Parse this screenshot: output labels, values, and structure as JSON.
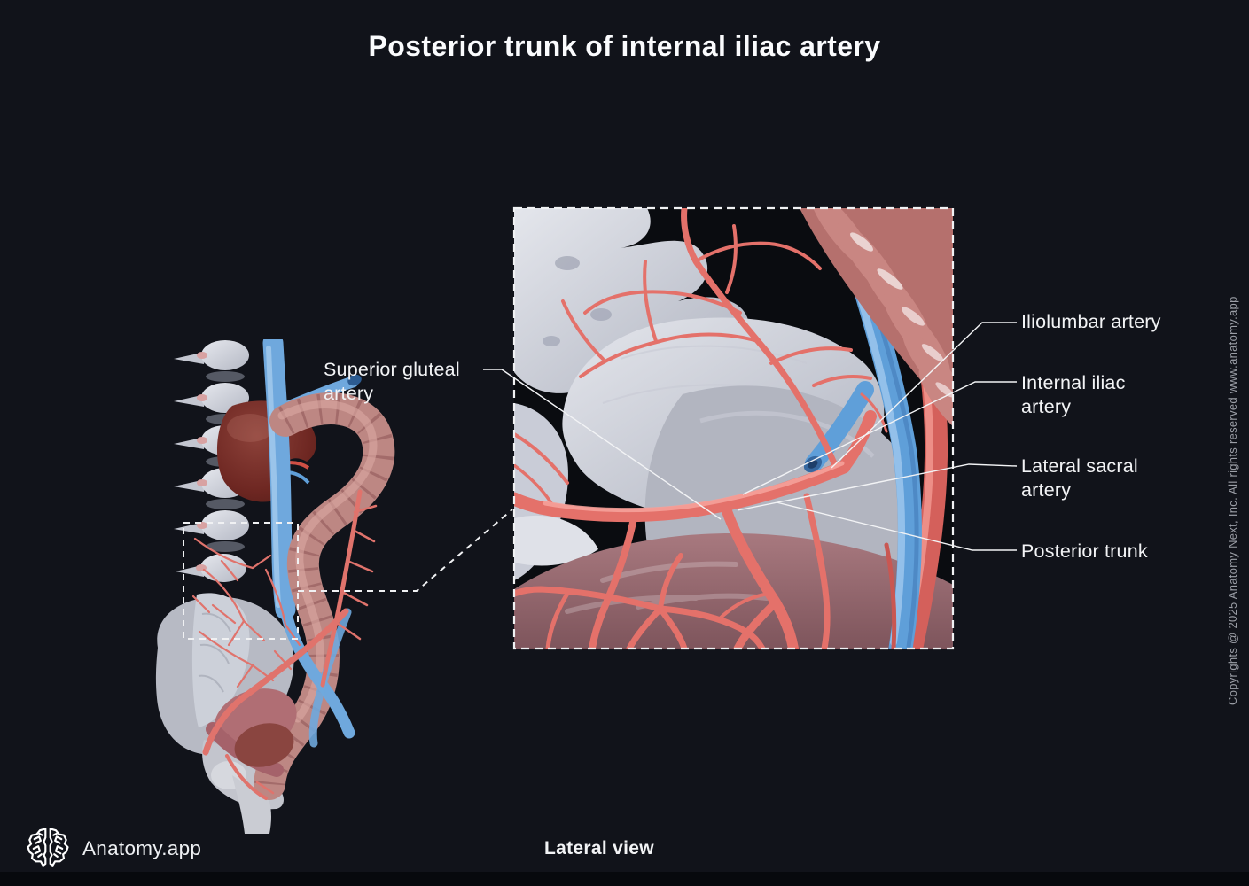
{
  "title": "Posterior trunk of internal iliac artery",
  "view_caption": "Lateral view",
  "brand": {
    "name": "Anatomy.app"
  },
  "copyright_vertical": "Copyrights @ 2025 Anatomy Next, Inc. All rights reserved www.anatomy.app",
  "annotations": {
    "superior_gluteal": {
      "line1": "Superior gluteal",
      "line2": "artery"
    },
    "iliolumbar": {
      "label": "Iliolumbar artery"
    },
    "internal_iliac": {
      "line1": "Internal iliac",
      "line2": "artery"
    },
    "lateral_sacral": {
      "line1": "Lateral sacral",
      "line2": "artery"
    },
    "posterior_trunk": {
      "label": "Posterior trunk"
    }
  },
  "icons": {
    "logo": "brain-logo-icon"
  },
  "colors": {
    "background": "#11131a",
    "footer_strip": "#07090d",
    "label_text": "#f2f3f5",
    "copyright_text": "#9b9ea6",
    "leader_line": "#f2f3f5",
    "dashed_box": "#f0f1f3",
    "artery_red": "#e4716a",
    "vein_blue": "#5f9fd9",
    "bone_light": "#d8dae2",
    "colon_pink": "#bd8783",
    "kidney_maroon": "#6e2722",
    "muscle_mauve": "#96666c"
  }
}
